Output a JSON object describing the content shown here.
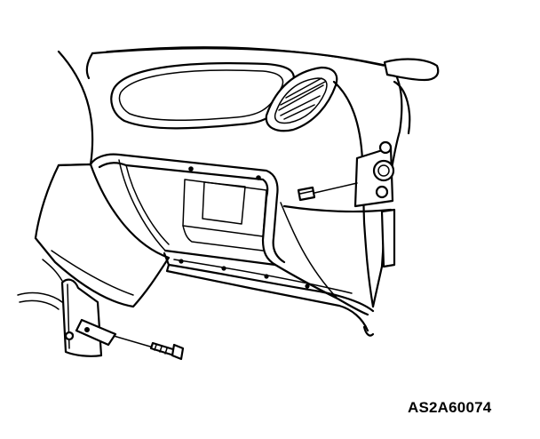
{
  "figure": {
    "reference_code": "AS2A60074",
    "parts": [
      "dashboard-panel",
      "air-vent",
      "glove-box-opening",
      "lower-cover-panel",
      "side-bracket",
      "bolt",
      "screw"
    ]
  }
}
